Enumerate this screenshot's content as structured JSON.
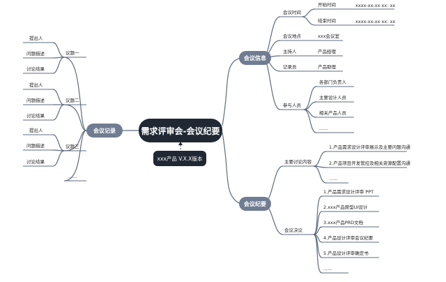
{
  "central_topic": "需求评审会-会议纪要",
  "version_note": "xxx产品 V.X.X版本",
  "branches": {
    "info": {
      "label": "会议信息",
      "time": {
        "label": "会议时间",
        "start": {
          "label": "开始时间",
          "value": "xxxx-xx-xx  xx: xx"
        },
        "end": {
          "label": "结束时间",
          "value": "xxxx-xx-xx  xx: xx"
        }
      },
      "place": {
        "label": "会议地点",
        "value": "xxx会议室"
      },
      "host": {
        "label": "主持人",
        "value": "产品经理"
      },
      "recorder": {
        "label": "记录员",
        "value": "产品助理"
      },
      "attendees": {
        "label": "参与人员",
        "items": [
          "各部门负责人",
          "主要设计人员",
          "相关产品人员",
          "......"
        ]
      }
    },
    "minutes": {
      "label": "会议纪要",
      "discussion": {
        "label": "主要讨论内容",
        "items": [
          "1.产品需求设计评审展示及主要问题沟通",
          "2.产品项目开发管控及相关资源配置沟通",
          "......"
        ]
      },
      "resolution": {
        "label": "会议决议",
        "items": [
          "1.产品需求设计评审 PPT",
          "2.xxx产品原型UI设计",
          "3.xxx产品PRD文档",
          "4.产品设计评审会议纪要",
          "5.产品设计评审确定书",
          "......"
        ]
      }
    },
    "records": {
      "label": "会议记录",
      "topics": [
        {
          "label": "议题一",
          "items": [
            "提出人",
            "问题描述",
            "讨论结果"
          ]
        },
        {
          "label": "议题二",
          "items": [
            "提出人",
            "问题描述",
            "讨论结果"
          ]
        },
        {
          "label": "议题三",
          "items": [
            "提出人",
            "问题描述",
            "讨论结果"
          ]
        }
      ],
      "more": "......"
    }
  },
  "colors": {
    "central": "#1f2833",
    "branch": "#6f7c91",
    "line": "#5c6b7e"
  }
}
